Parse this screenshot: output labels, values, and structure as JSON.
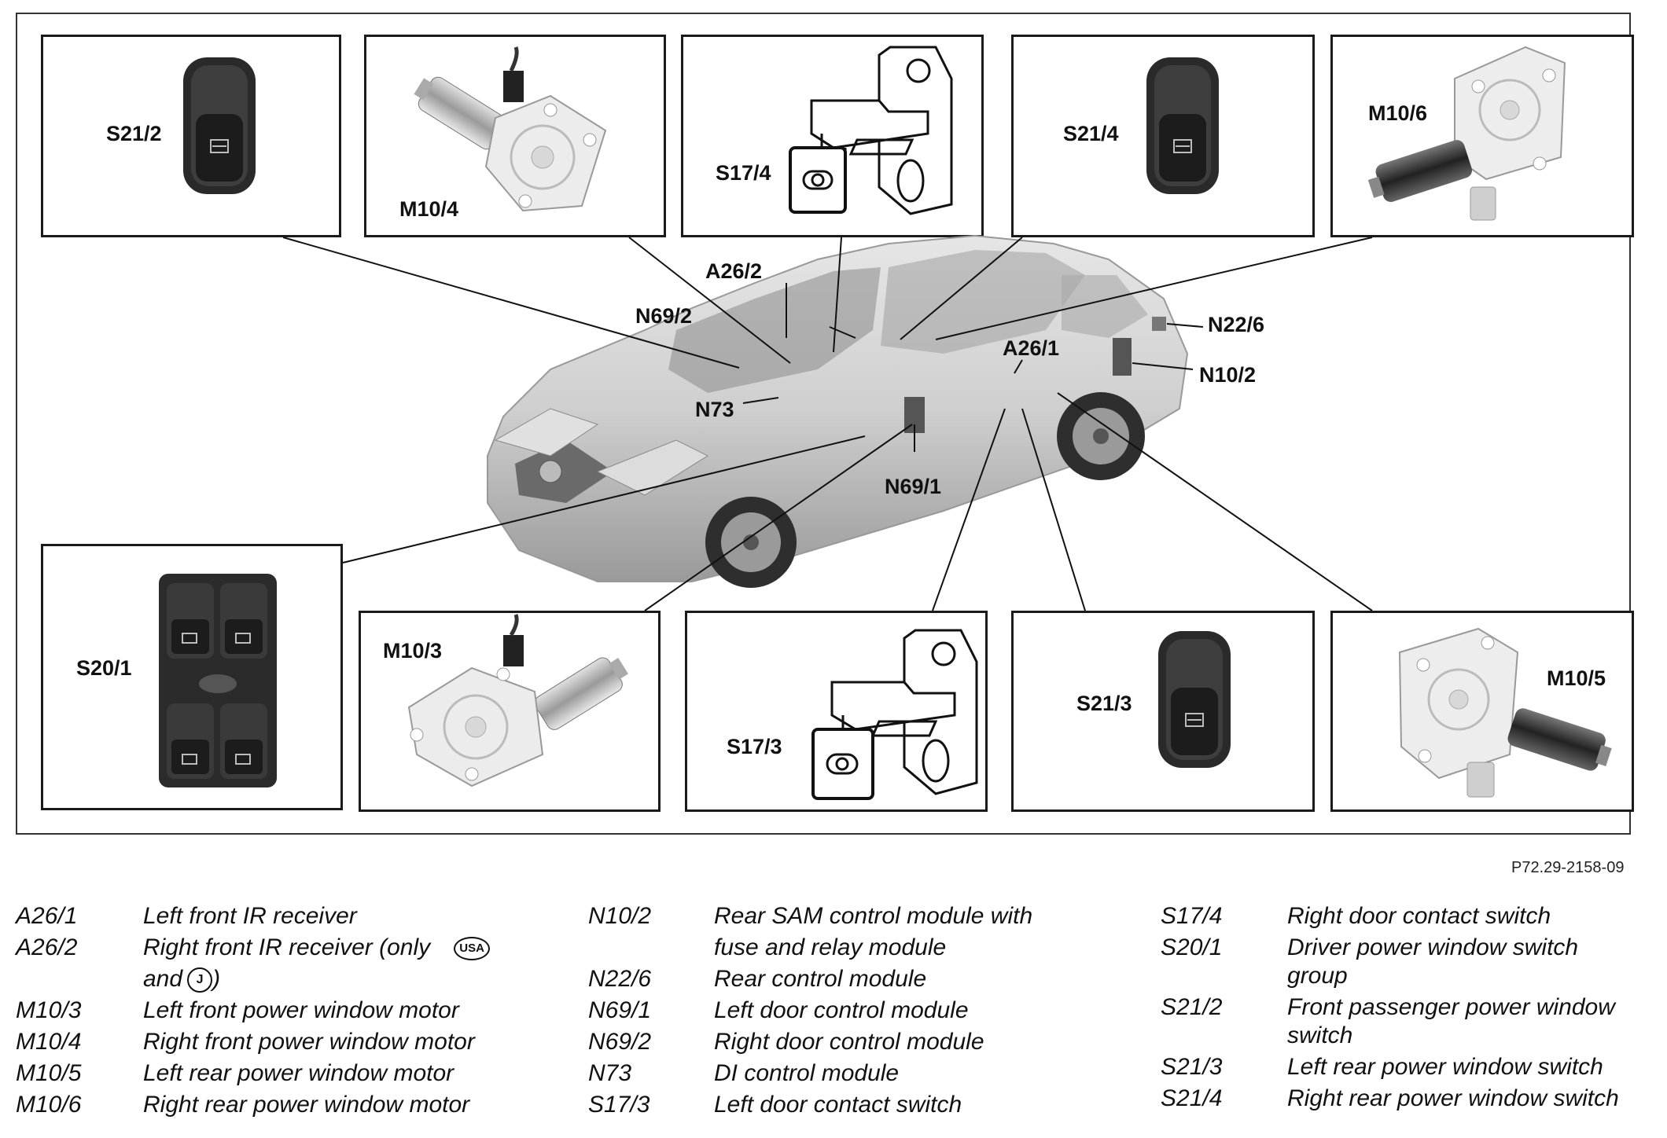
{
  "diagram": {
    "reference_code": "P72.29-2158-09",
    "panels": {
      "s21_2": "S21/2",
      "m10_4": "M10/4",
      "s17_4": "S17/4",
      "s21_4": "S21/4",
      "m10_6": "M10/6",
      "s20_1": "S20/1",
      "m10_3": "M10/3",
      "s17_3": "S17/3",
      "s21_3": "S21/3",
      "m10_5": "M10/5"
    },
    "car_callouts": {
      "a26_2": "A26/2",
      "n69_2": "N69/2",
      "n73": "N73",
      "n22_6": "N22/6",
      "a26_1": "A26/1",
      "n10_2": "N10/2",
      "n69_1": "N69/1"
    }
  },
  "legend": {
    "col1": [
      {
        "code": "A26/1",
        "line1": "Left front IR receiver"
      },
      {
        "code": "A26/2",
        "line1": "Right front IR receiver (only",
        "badge1": "USA",
        "line2_pre": "and",
        "badge2": "J",
        "line2_post": ")"
      },
      {
        "code": "M10/3",
        "line1": "Left front power window motor"
      },
      {
        "code": "M10/4",
        "line1": "Right front power window motor"
      },
      {
        "code": "M10/5",
        "line1": "Left rear power window motor"
      },
      {
        "code": "M10/6",
        "line1": "Right rear power window motor"
      }
    ],
    "col2": [
      {
        "code": "N10/2",
        "line1": "Rear SAM control module with",
        "line2": "fuse and relay module"
      },
      {
        "code": "N22/6",
        "line1": "Rear control module"
      },
      {
        "code": "N69/1",
        "line1": "Left door control module"
      },
      {
        "code": "N69/2",
        "line1": "Right door control module"
      },
      {
        "code": "N73",
        "line1": "DI control module"
      },
      {
        "code": "S17/3",
        "line1": "Left door contact switch"
      }
    ],
    "col3": [
      {
        "code": "S17/4",
        "line1": "Right door contact switch"
      },
      {
        "code": "S20/1",
        "line1": "Driver power window switch",
        "line2": "group"
      },
      {
        "code": "S21/2",
        "line1": "Front passenger power window",
        "line2": "switch"
      },
      {
        "code": "S21/3",
        "line1": "Left rear power window switch"
      },
      {
        "code": "S21/4",
        "line1": "Right rear power window switch"
      }
    ]
  }
}
